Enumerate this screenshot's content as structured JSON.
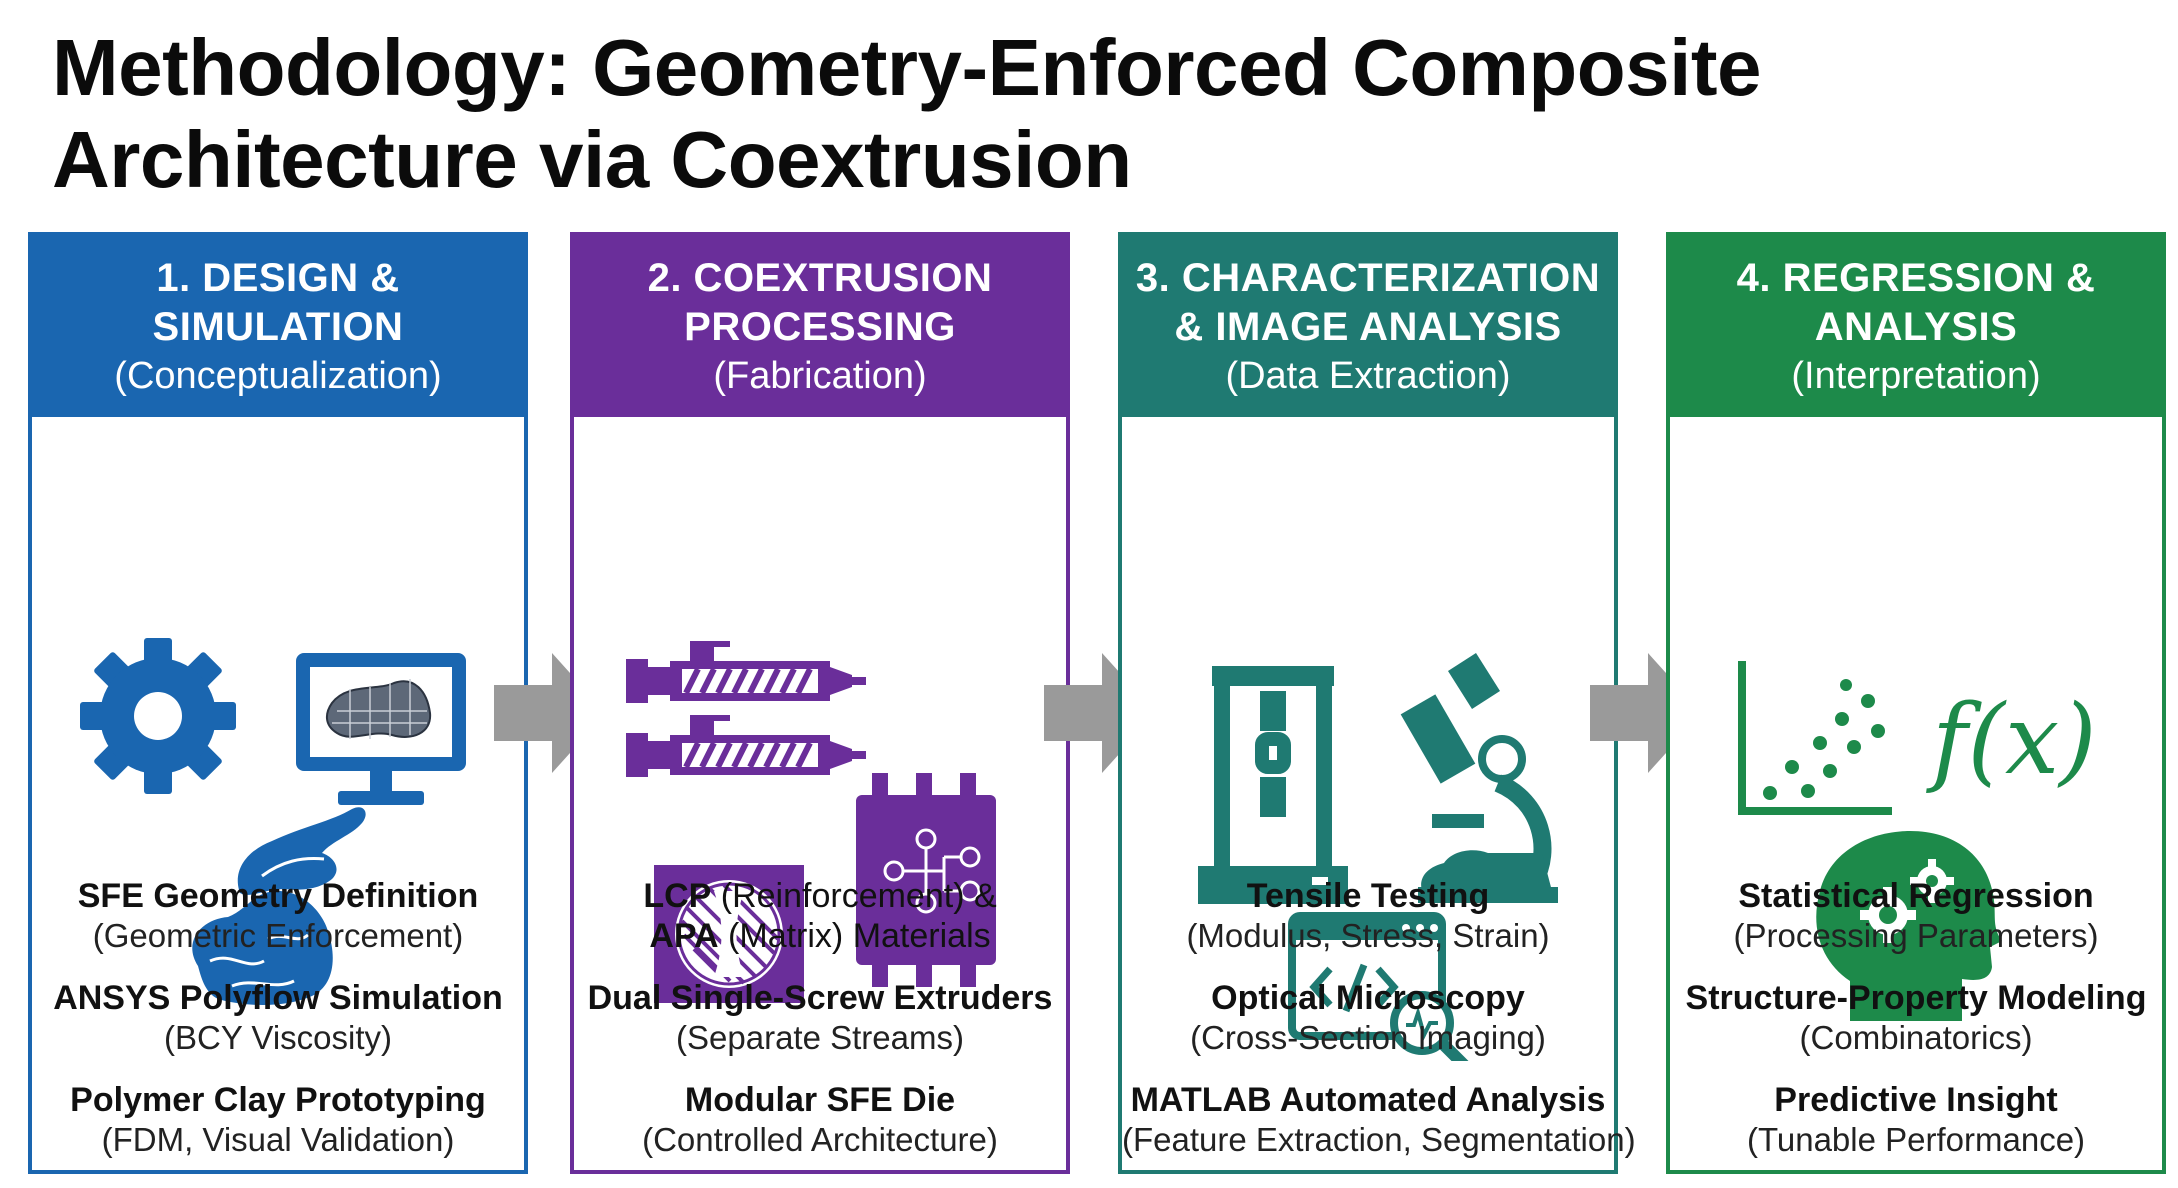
{
  "title": {
    "line1": "Methodology: Geometry-Enforced Composite",
    "line2": "Architecture via Coextrusion"
  },
  "colors": {
    "design": "#1a66b0",
    "coextrusion": "#6a2e9a",
    "characterization": "#1f7a72",
    "regression": "#1d8a4a",
    "arrow": "#9a9a9a"
  },
  "panels": [
    {
      "heading1": "1. DESIGN &",
      "heading2": "SIMULATION",
      "subheading": "(Conceptualization)",
      "icons": [
        "gear-icon",
        "monitor-mesh-icon",
        "hand-clay-icon"
      ],
      "items": [
        {
          "main": "SFE Geometry Definition",
          "sub": "(Geometric Enforcement)"
        },
        {
          "main": "ANSYS Polyflow Simulation",
          "sub": "(BCY Viscosity)"
        },
        {
          "main": "Polymer Clay Prototyping",
          "sub": "(FDM, Visual Validation)"
        }
      ]
    },
    {
      "heading1": "2. COEXTRUSION",
      "heading2": "PROCESSING",
      "subheading": "(Fabrication)",
      "icons": [
        "extruder-icon",
        "extruder-icon",
        "die-cross-section-icon",
        "die-chip-icon"
      ],
      "items": [
        {
          "main_bold_a": "LCP",
          "main_light_a": " (Reinforcement) &",
          "main_bold_b": "APA",
          "main_light_b": " (Matrix) Materials"
        },
        {
          "main": "Dual Single-Screw Extruders",
          "sub": "(Separate Streams)"
        },
        {
          "main": "Modular SFE Die",
          "sub": "(Controlled Architecture)"
        }
      ]
    },
    {
      "heading1": "3. CHARACTERIZATION",
      "heading2": "& IMAGE ANALYSIS",
      "subheading": "(Data Extraction)",
      "icons": [
        "tensile-tester-icon",
        "microscope-icon",
        "code-analysis-icon"
      ],
      "items": [
        {
          "main": "Tensile Testing",
          "sub": "(Modulus, Stress, Strain)"
        },
        {
          "main": "Optical Microscopy",
          "sub": "(Cross-Section Imaging)"
        },
        {
          "main": "MATLAB Automated Analysis",
          "sub": "(Feature Extraction, Segmentation)"
        }
      ]
    },
    {
      "heading1": "4. REGRESSION &",
      "heading2": "ANALYSIS",
      "subheading": "(Interpretation)",
      "icons": [
        "scatter-plot-icon",
        "function-icon",
        "head-gears-icon"
      ],
      "function_label": "f(x)",
      "items": [
        {
          "main": "Statistical Regression",
          "sub": "(Processing Parameters)"
        },
        {
          "main": "Structure-Property Modeling",
          "sub": "(Combinatorics)"
        },
        {
          "main": "Predictive Insight",
          "sub": "(Tunable Performance)"
        }
      ]
    }
  ]
}
